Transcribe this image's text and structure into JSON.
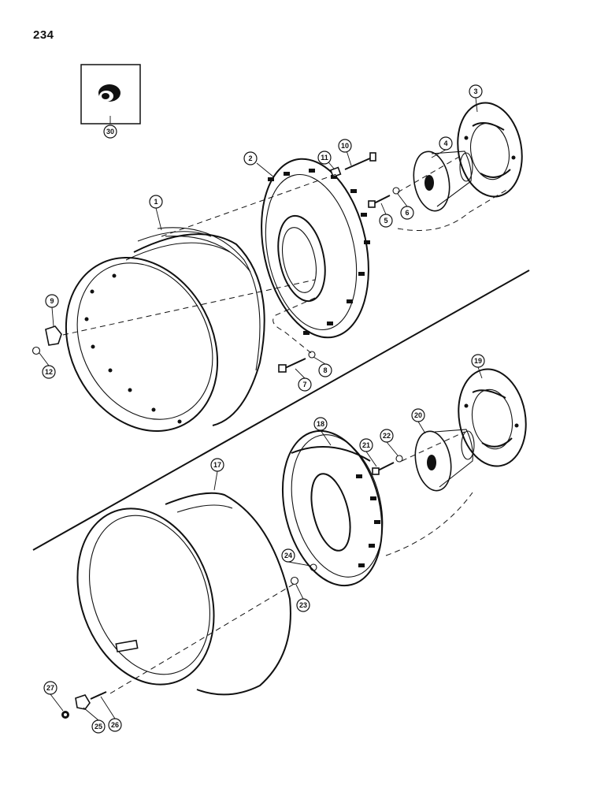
{
  "page": {
    "number": "234"
  },
  "callouts": {
    "c1": "1",
    "c2": "2",
    "c3": "3",
    "c4": "4",
    "c5": "5",
    "c6": "6",
    "c7": "7",
    "c8": "8",
    "c9": "9",
    "c10": "10",
    "c11": "11",
    "c12": "12",
    "c17": "17",
    "c18": "18",
    "c19": "19",
    "c20": "20",
    "c21": "21",
    "c22": "22",
    "c23": "23",
    "c24": "24",
    "c25": "25",
    "c26": "26",
    "c27": "27",
    "c30": "30"
  }
}
